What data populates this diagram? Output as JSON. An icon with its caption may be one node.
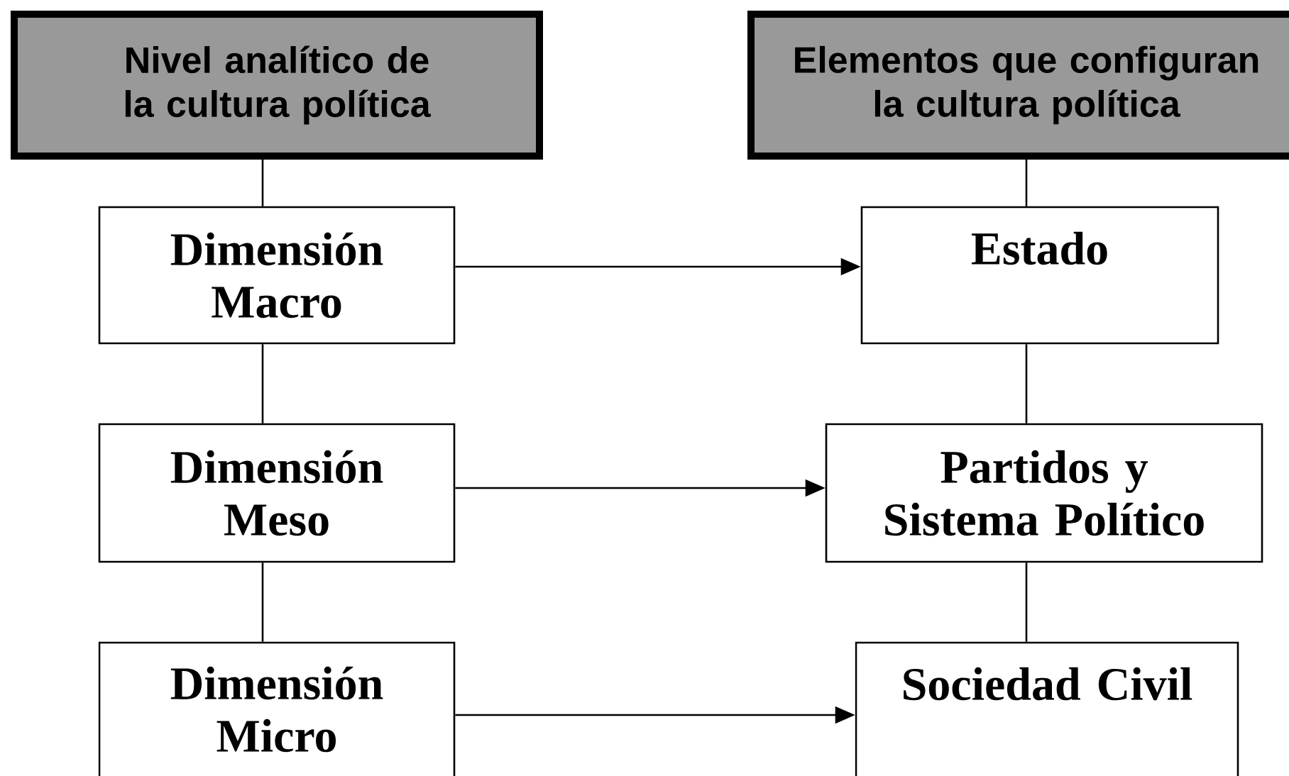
{
  "diagram": {
    "nodes": [
      {
        "text": [
          "Nivel analítico de la cultura política"
        ]
      },
      {
        "text": [
          "Dimensión Macro"
        ]
      },
      {
        "text": [
          "Dimensión Meso"
        ]
      },
      {
        "text": [
          "Dimensión Micro"
        ]
      },
      {
        "text": [
          "Elementos que configuran la cultura política"
        ]
      },
      {
        "text": [
          "Estado"
        ]
      },
      {
        "text": [
          "Partidos y Sistema Político"
        ]
      },
      {
        "text": [
          "Sociedad Civil"
        ]
      }
    ],
    "edges": [
      {
        "from": 0,
        "to": 1,
        "arrow": "none"
      },
      {
        "from": 1,
        "to": 2,
        "arrow": "none"
      },
      {
        "from": 2,
        "to": 3,
        "arrow": "none"
      },
      {
        "from": 4,
        "to": 5,
        "arrow": "none"
      },
      {
        "from": 5,
        "to": 6,
        "arrow": "none"
      },
      {
        "from": 6,
        "to": 7,
        "arrow": "none"
      },
      {
        "from": 1,
        "to": 5,
        "arrow": "to"
      },
      {
        "from": 2,
        "to": 6,
        "arrow": "to"
      },
      {
        "from": 3,
        "to": 7,
        "arrow": "to"
      }
    ]
  }
}
